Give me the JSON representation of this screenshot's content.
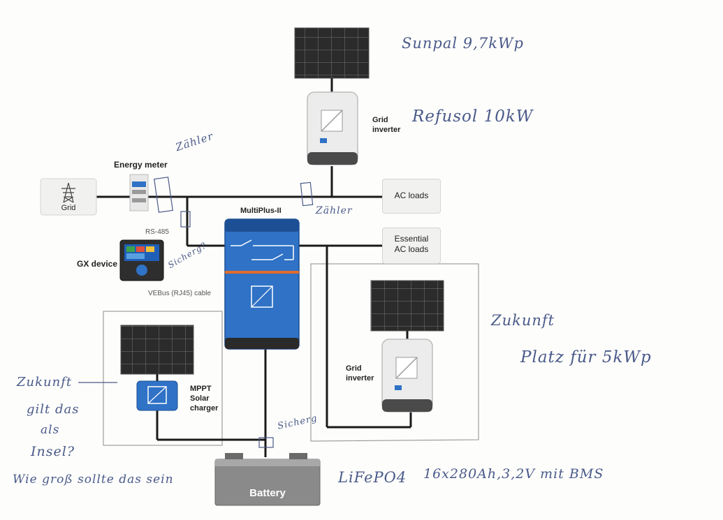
{
  "colors": {
    "wire": "#1a1a1a",
    "panel": "#2a2a2a",
    "victron_blue": "#2f72c6",
    "victron_orange": "#e06d2a",
    "inverter_body": "#ececec",
    "handwriting": "#4a5a8a",
    "battery_body": "#8a8a8a"
  },
  "components": {
    "grid": "Grid",
    "energy_meter": "Energy meter",
    "rs485": "RS-485",
    "gx_device": "GX device",
    "vebus_cable": "VEBus (RJ45) cable",
    "multiplus": "MultiPlus-II",
    "grid_inverter_top": "Grid\ninverter",
    "ac_loads": "AC loads",
    "essential_ac_loads": "Essential\nAC loads",
    "grid_inverter_right": "Grid\ninverter",
    "mppt": "MPPT\nSolar\ncharger",
    "battery": "Battery"
  },
  "annotations": {
    "sunpal": "Sunpal 9,7kWp",
    "refusol": "Refusol 10kW",
    "zaehler_left": "Zähler",
    "zaehler_right": "Zähler",
    "sicherung_left": "Sicherg?",
    "sicherung_battery": "Sicherg",
    "zukunft_right": "Zukunft",
    "platz": "Platz  für  5kWp",
    "zukunft_left": "Zukunft",
    "gilt": "gilt das",
    "als": "als",
    "insel": "Insel?",
    "wie_gross": "Wie groß sollte das sein",
    "lifepo4": "LiFePO4",
    "battery_spec": "16x280Ah,3,2V mit BMS"
  },
  "icons": [
    "solar-panel-icon",
    "pylon-icon",
    "inverter-icon",
    "meter-icon",
    "gx-screen-icon",
    "battery-icon",
    "fuse-icon"
  ]
}
